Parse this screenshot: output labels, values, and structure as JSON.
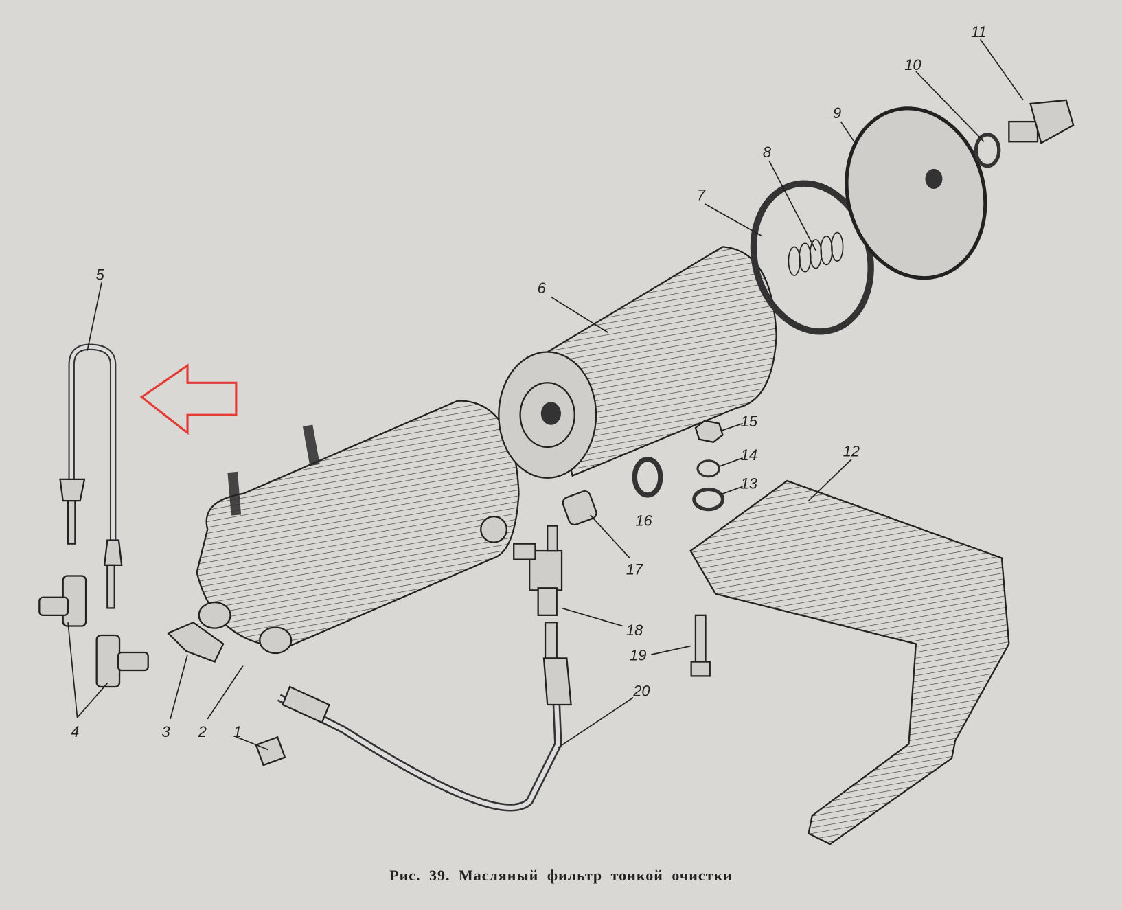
{
  "figure": {
    "caption": "Рис. 39. Масляный фильтр тонкой очистки",
    "part_labels": [
      "1",
      "2",
      "3",
      "4",
      "5",
      "6",
      "7",
      "8",
      "9",
      "10",
      "11",
      "12",
      "13",
      "14",
      "15",
      "16",
      "17",
      "18",
      "19",
      "20"
    ],
    "annotation_arrow_color": "#e53935",
    "paper_color": "#d9d8d4"
  }
}
